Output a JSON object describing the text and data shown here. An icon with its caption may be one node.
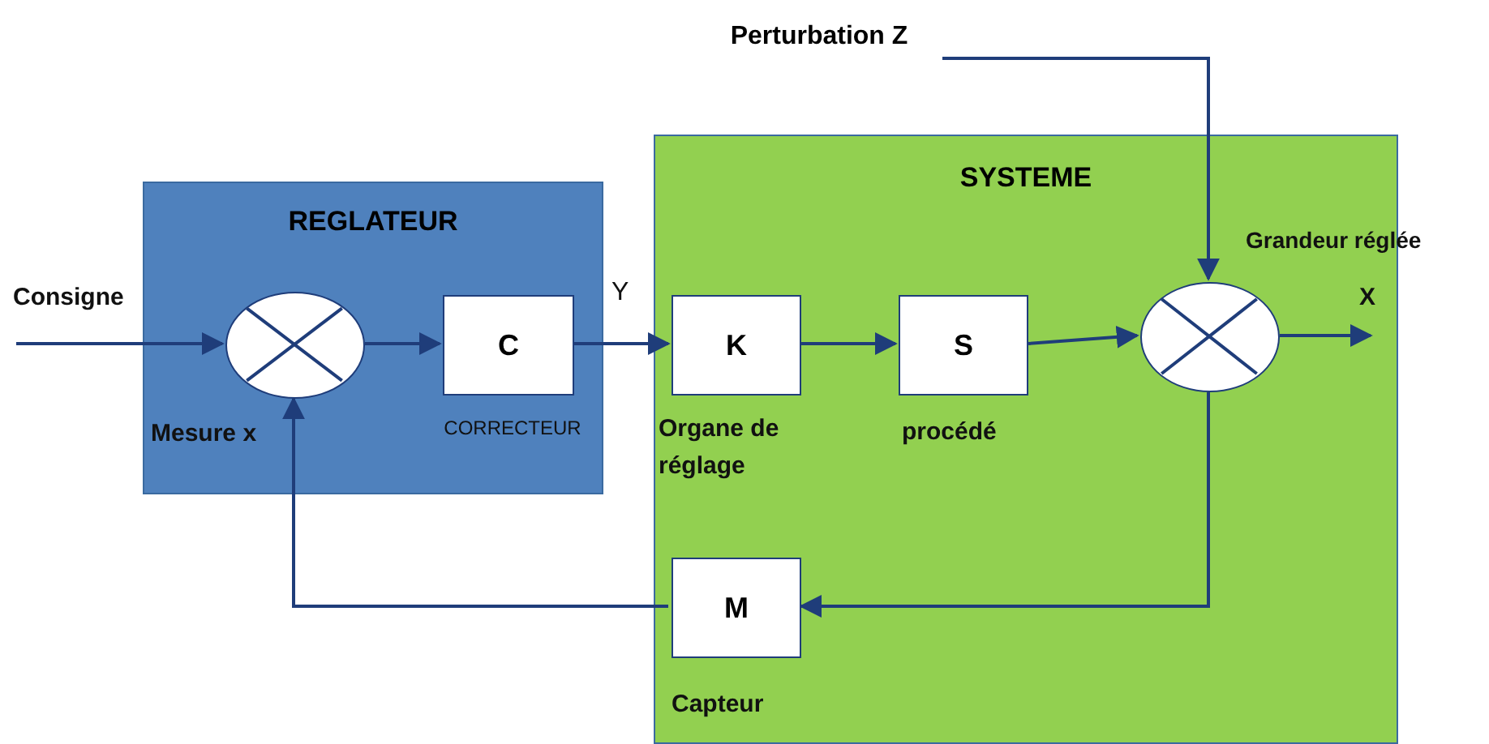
{
  "diagram": {
    "nodes": [
      {
        "text": [
          "REGLATEUR"
        ]
      },
      {
        "text": [],
        "shape": "circle",
        "in": 0,
        "beside": [
          "Mesure x"
        ]
      },
      {
        "text": [
          "C"
        ],
        "in": 0,
        "beside": [
          "CORRECTEUR"
        ]
      },
      {
        "text": [
          "SYSTEME"
        ]
      },
      {
        "text": [
          "K"
        ],
        "in": 3,
        "beside": [
          "Organe de réglage"
        ]
      },
      {
        "text": [
          "S"
        ],
        "in": 3,
        "beside": [
          "procédé"
        ]
      },
      {
        "text": [],
        "shape": "circle",
        "in": 3
      },
      {
        "text": [
          "M"
        ],
        "in": 3,
        "beside": [
          "Capteur"
        ]
      },
      {
        "text": [
          "Perturbation Z"
        ]
      }
    ],
    "edges": [
      {
        "from": null,
        "to": 1,
        "arrow": "to"
      },
      {
        "from": 1,
        "to": 2,
        "arrow": "to"
      },
      {
        "from": 2,
        "to": 4,
        "arrow": "to",
        "label": "Y"
      },
      {
        "from": 4,
        "to": 5,
        "arrow": "to"
      },
      {
        "from": 5,
        "to": 6,
        "arrow": "to"
      },
      {
        "from": 8,
        "to": 6,
        "arrow": "to"
      },
      {
        "from": 6,
        "to": null,
        "arrow": "to"
      },
      {
        "from": 6,
        "to": 7,
        "arrow": "to"
      },
      {
        "from": 7,
        "to": 1,
        "arrow": "to"
      }
    ],
    "labels": [
      "Consigne",
      "Grandeur réglée",
      "X"
    ]
  }
}
